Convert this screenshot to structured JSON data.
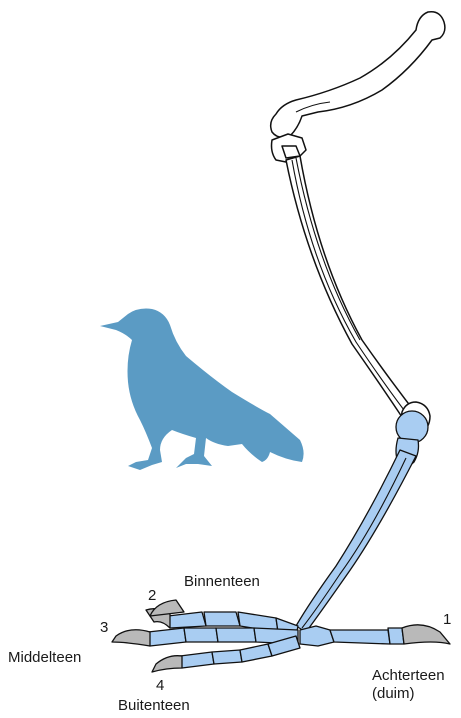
{
  "colors": {
    "bird_silhouette": "#5b9bc4",
    "foot_bones": "#a9cdf2",
    "upper_bones": "#ffffff",
    "claws": "#b9b9b9",
    "outline": "#111111"
  },
  "toes": [
    {
      "number": "1",
      "name": "Achterteen",
      "name_line2": "(duim)"
    },
    {
      "number": "2",
      "name": "Binnenteen"
    },
    {
      "number": "3",
      "name": "Middelteen"
    },
    {
      "number": "4",
      "name": "Buitenteen"
    }
  ]
}
